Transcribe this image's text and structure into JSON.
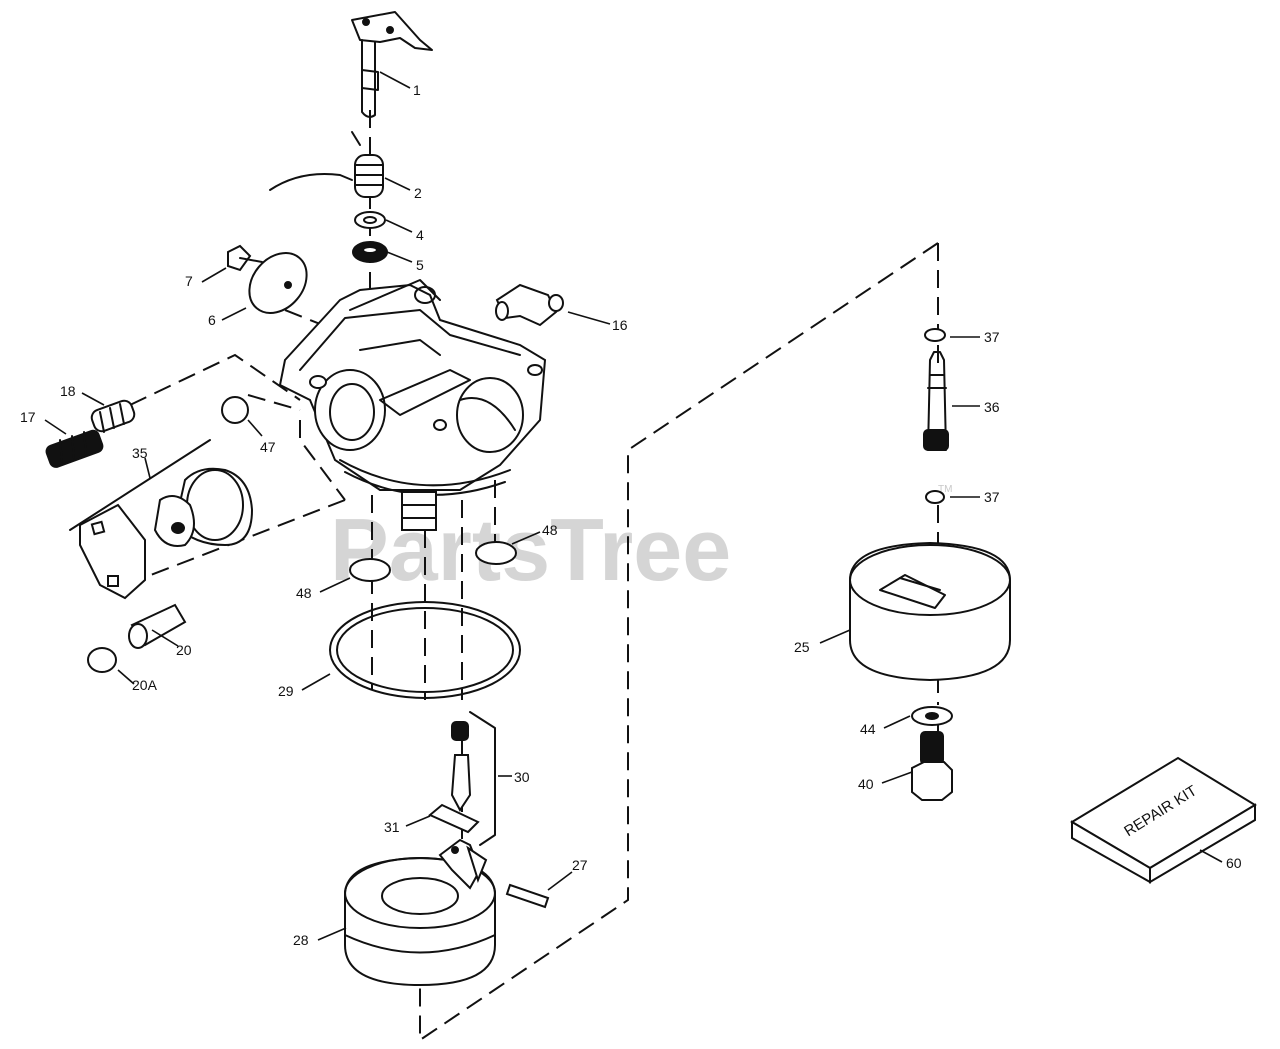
{
  "watermark": {
    "text": "PartsTree",
    "trademark": "TM"
  },
  "repair_kit": {
    "label": "REPAIR KIT"
  },
  "callouts": {
    "c1": "1",
    "c2": "2",
    "c4": "4",
    "c5": "5",
    "c6": "6",
    "c7": "7",
    "c16": "16",
    "c17": "17",
    "c18": "18",
    "c20": "20",
    "c20a": "20A",
    "c25": "25",
    "c27": "27",
    "c28": "28",
    "c29": "29",
    "c30": "30",
    "c31": "31",
    "c35": "35",
    "c36": "36",
    "c37a": "37",
    "c37b": "37",
    "c40": "40",
    "c44": "44",
    "c47": "47",
    "c48a": "48",
    "c48b": "48",
    "c60": "60"
  }
}
